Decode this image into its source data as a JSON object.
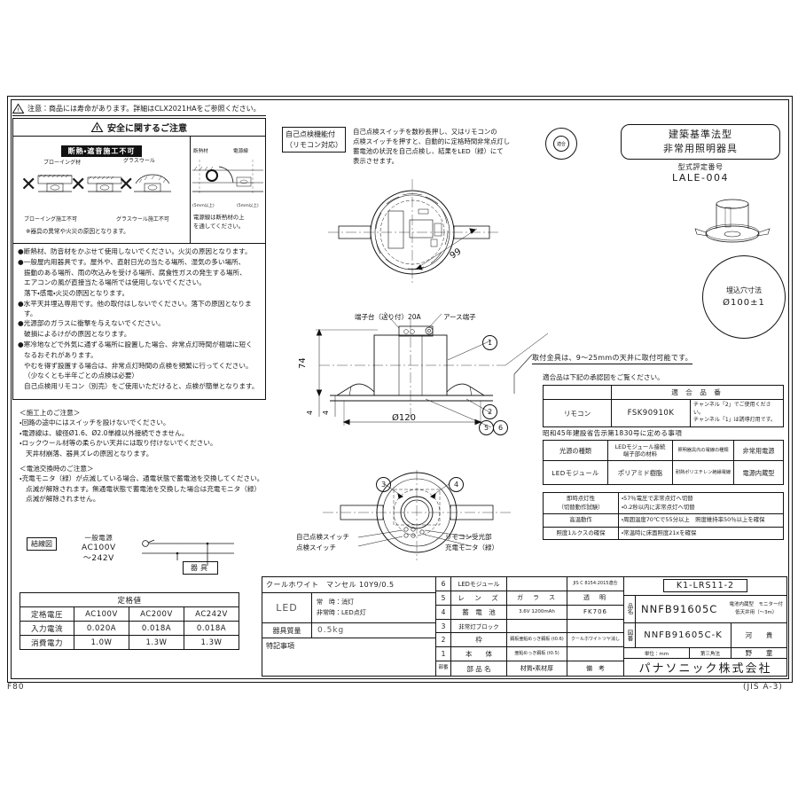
{
  "sheet": {
    "corner_bottom_left": "F80",
    "corner_bottom_right": "(JIS A-3)"
  },
  "caution_strip": {
    "icon": "warning-triangle-icon",
    "text": "注意：商品には寿命があります。詳細はCLX2021HAをご参照ください。"
  },
  "safety_panel": {
    "title": "安全に関するご注意",
    "title_icon": "warning-triangle-icon",
    "illus_left": {
      "header": "断熱・遮音施工不可",
      "items": [
        {
          "icon": "x-mark-icon",
          "top_label": "ブローイング材",
          "caption": "ブローイング施工不可"
        },
        {
          "icon": "x-mark-icon",
          "top_label": "",
          "caption": ""
        },
        {
          "icon": "x-mark-icon",
          "top_label": "グラスウール",
          "caption": "グラスウール施工不可"
        }
      ],
      "footnote": "※器具の異常や火災の原因となります。"
    },
    "illus_right": {
      "label_left": "断熱材",
      "label_right": "電源線",
      "dim_left": "(5mm以上)",
      "dim_right": "(5mm以上)",
      "caption_line1": "電源線は断熱材の上",
      "caption_line2": "を通してください。"
    },
    "bullets": [
      "●断熱材、防音材をかぶせて使用しないでください。火災の原因となります。",
      "●一般屋内用器具です。屋外や、直射日光の当たる場所、湿気の多い場所、",
      "振動のある場所、雨の吹込みを受ける場所、腐食性ガスの発生する場所、",
      "エアコンの風が直接当たる場所では使用しないでください。",
      "落下・感電・火災の原因となります。",
      "●水平天井埋込専用です。他の取付はしないでください。落下の原因となります。",
      "●光源部のガラスに衝撃を与えないでください。",
      "破損によるけがの原因となります。",
      "●寒冷地などで外気に通ずる場所に設置した場合、非常点灯時間が極端に短く",
      "なるおそれがあります。",
      "やむを得ず設置する場合は、非常点灯時間の点検を頻繁に行ってください。",
      "（少なくとも半年ごとの点検は必要）",
      "自己点検用リモコン（別売）をご使用いただけると、点検が簡単となります。"
    ],
    "bullet_indent": [
      0,
      0,
      1,
      1,
      1,
      0,
      0,
      1,
      0,
      1,
      1,
      1,
      1
    ]
  },
  "construction_notes": {
    "heading1": "＜施工上のご注意＞",
    "lines1": [
      "・回路の途中にはスイッチを設けないでください。",
      "・電源線は、線径Ø1.6、Ø2.0単線以外接続できません。",
      "・ロックウール材等の柔らかい天井には取り付けないでください。",
      "天井材崩落、器具ズレの原因となります。"
    ],
    "lines1_indent": [
      0,
      0,
      0,
      1
    ],
    "heading2": "＜電池交換時のご注意＞",
    "lines2": [
      "・充電モニタ（緑）が点滅している場合、通電状態で蓄電池を交換してください。",
      "点滅が解除されます。無通電状態で蓄電池を交換した場合は充電モニタ（緑）",
      "点滅が解除されません。"
    ],
    "lines2_indent": [
      0,
      1,
      1
    ]
  },
  "wiring_diagram": {
    "label": "結線図",
    "supply_label": "一般電源",
    "voltage_line1": "AC100V",
    "voltage_line2": "～242V",
    "fixture_label": "器具",
    "switch_icon": "power-switch-icon"
  },
  "rating_table": {
    "title": "定格値",
    "rows": [
      {
        "label": "定格電圧",
        "values": [
          "AC100V",
          "AC200V",
          "AC242V"
        ]
      },
      {
        "label": "入力電流",
        "values": [
          "0.020A",
          "0.018A",
          "0.018A"
        ]
      },
      {
        "label": "消費電力",
        "values": [
          "1.0W",
          "1.3W",
          "1.3W"
        ]
      }
    ]
  },
  "self_check": {
    "tag_line1": "自己点検機能付",
    "tag_line2": "（リモコン対応）",
    "desc": [
      "自己点検スイッチを数秒長押し、又はリモコンの",
      "点検スイッチを押すと、自動的に定格時間非常点灯し",
      "蓄電池の状況を自己点検し、結果をLED（緑）にて",
      "表示させます。"
    ]
  },
  "law_area": {
    "seal_text": "適合",
    "seal_name": "approval-seal-icon",
    "box_line1": "建築基準法型",
    "box_line2": "非常用照明器具",
    "sub_label": "型式評定番号",
    "number": "LALE-004"
  },
  "embed_hole": {
    "label": "埋込穴寸法",
    "value": "Ø100±1"
  },
  "drawing": {
    "top_view_dim": "99",
    "terminal_label": "端子台（送り付）20A",
    "earth_label": "アース端子",
    "height_dim": "74",
    "flange_dim_a": "4",
    "flange_dim_b": "4",
    "diameter_dim": "Ø120",
    "balloons": [
      "1",
      "2",
      "5",
      "6",
      "3",
      "4"
    ],
    "bottom_labels": {
      "left_top": "自己点検スイッチ",
      "left_bottom": "点検スイッチ",
      "right_top": "リモコン受光部",
      "right_bottom": "充電モニタ（緑）"
    }
  },
  "mount_note": "取付金具は、9～25mmの天井に取付可能です。",
  "fit_section": {
    "note": "適合品は下記の承認図をご覧ください。",
    "header": "適 合 品 番",
    "row_label": "リモコン",
    "row_value": "FSK90910K",
    "row_note_line1": "チャンネル「2」でご使用ください。",
    "row_note_line2": "チャンネル「1」は誘導灯用です。"
  },
  "notification": {
    "note": "昭和45年建設省告示第1830号に定める事項",
    "headers": [
      "光源の種類",
      "LEDモジュール接続\n端子部の材料",
      "照明器具内の電線の種類",
      "非常用電源"
    ],
    "header_0": "光源の種類",
    "header_1_line1": "LEDモジュール接続",
    "header_1_line2": "端子部の材料",
    "header_2": "照明器具内の電線の種類",
    "header_3": "非常用電源",
    "values_0": "LEDモジュール",
    "values_1": "ポリアミド樹脂",
    "values_2": "耐熱ポリエチレン絶縁電線",
    "values_3": "電源内蔵型"
  },
  "performance": {
    "rows": [
      {
        "key_line1": "即時点灯性",
        "key_line2": "（切替動作試験）",
        "values": [
          "・57％電圧で非常点灯へ切替",
          "・0.2秒以内に非常点灯へ切替"
        ]
      },
      {
        "key_line1": "高温動作",
        "key_line2": "",
        "values": [
          "・周囲温度70℃で55分以上　照度維持率50％以上を確保"
        ]
      },
      {
        "key_line1": "照度1ルクスの確保",
        "key_line2": "",
        "values": [
          "・常温時に床面照度21xを確保"
        ]
      }
    ]
  },
  "title_block": {
    "lamp_top_note": "クールホワイト　マンセル 10Y9/0.5",
    "lamp_label": "LED",
    "lamp_state_1": "常　時：消灯",
    "lamp_state_2": "非常時：LED点灯",
    "weight_label": "器具質量",
    "weight_value": "0.5kg",
    "special_label": "特記事項",
    "parts": [
      {
        "no": "6",
        "name": "LEDモジュール",
        "material": "",
        "remark": "JIS C 8154:2015適合"
      },
      {
        "no": "5",
        "name": "レ　ン　ズ",
        "material": "ガ　ラ　ス",
        "remark": "透　明"
      },
      {
        "no": "4",
        "name": "蓄　電　池",
        "material": "3.6V 1200mAh",
        "remark": "FK706"
      },
      {
        "no": "3",
        "name": "非常灯ブロック",
        "material": "",
        "remark": ""
      },
      {
        "no": "2",
        "name": "枠",
        "material": "鋼板亜鉛めっき鋼板 (t0.6)",
        "remark": "クールホワイトツヤ消し"
      },
      {
        "no": "1",
        "name": "本　　体",
        "material": "亜鉛めっき鋼板 (t0.5)",
        "remark": ""
      }
    ],
    "parts_header": {
      "no": "部番",
      "name": "部 品 名",
      "material": "材質・素材厚",
      "remark": "備　考"
    },
    "drawing_code": "K1-LRS11-2",
    "product_label": "品名",
    "product_number": "NNFB91605C",
    "product_note_line1": "電池内蔵型　モニター付",
    "product_note_line2": "低天井用（～3m）",
    "drawing_label": "図番",
    "drawing_number": "NNFB91605C-K",
    "unit_label": "単位：mm",
    "angle_label": "第三角法",
    "approver_1": "河",
    "approver_2": "野",
    "approver_3": "貴",
    "approver_4": "童",
    "company": "パナソニック株式会社"
  }
}
